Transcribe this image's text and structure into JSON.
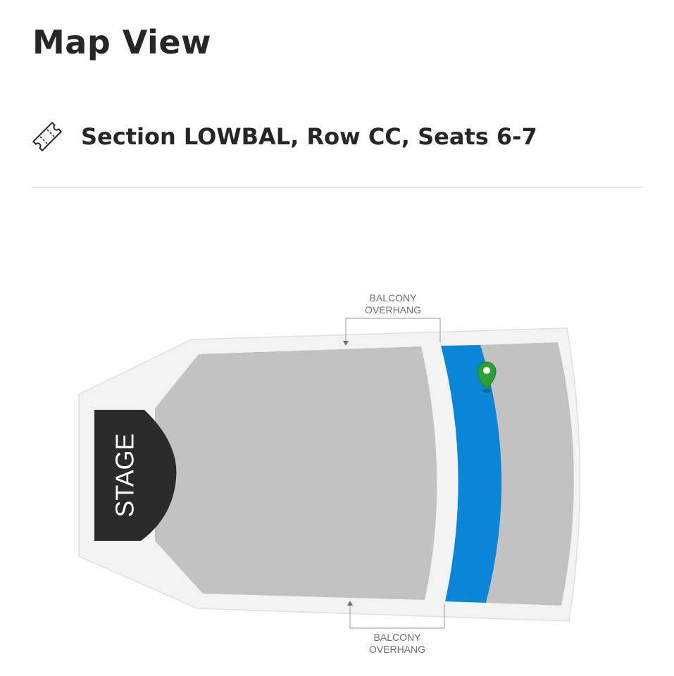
{
  "header": {
    "title": "Map View"
  },
  "ticket": {
    "icon": "ticket-icon",
    "description": "Section LOWBAL, Row CC, Seats 6-7"
  },
  "seat_map": {
    "stage_label": "STAGE",
    "top_overhang": {
      "line1": "BALCONY",
      "line2": "OVERHANG"
    },
    "bottom_overhang": {
      "line1": "BALCONY",
      "line2": "OVERHANG"
    },
    "highlight_color": "#0a86d8",
    "marker_color": "#2aa135",
    "marker_icon": "location-pin-icon",
    "selected_section": "LOWBAL"
  }
}
